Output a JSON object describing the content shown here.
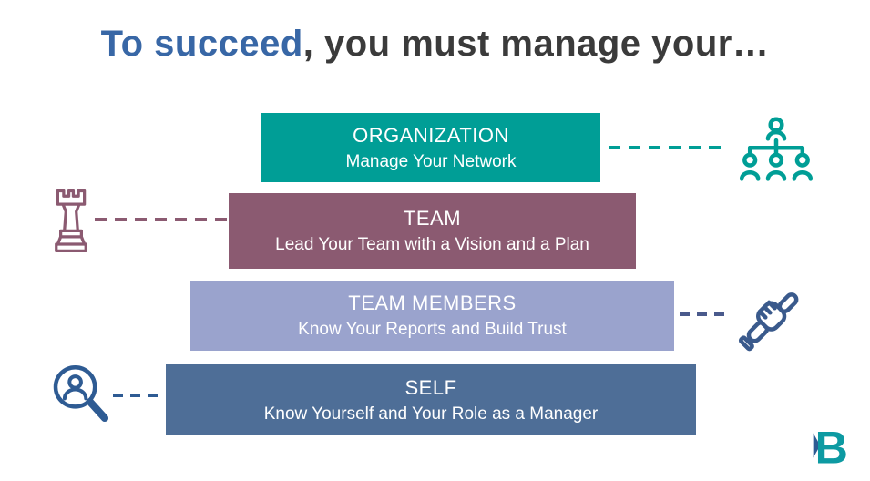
{
  "title": {
    "highlight": "To succeed",
    "rest": ", you must manage your…"
  },
  "bars": [
    {
      "label": "ORGANIZATION",
      "subtitle": "Manage Your Network",
      "color": "#009e96",
      "icon": "org-chart-icon",
      "icon_side": "right"
    },
    {
      "label": "TEAM",
      "subtitle": "Lead Your Team with a Vision and a Plan",
      "color": "#8b5a71",
      "icon": "rook-icon",
      "icon_side": "left"
    },
    {
      "label": "TEAM MEMBERS",
      "subtitle": "Know Your Reports and Build Trust",
      "color": "#9aa3cd",
      "icon": "handshake-icon",
      "icon_side": "right"
    },
    {
      "label": "SELF",
      "subtitle": "Know Yourself and Your Role as a Manager",
      "color": "#4e6e97",
      "icon": "magnifier-person-icon",
      "icon_side": "left"
    }
  ],
  "icons": {
    "organization": "org-chart-icon",
    "team": "rook-icon",
    "team_members": "handshake-icon",
    "self": "magnifier-person-icon",
    "logo": "b-logo"
  },
  "colors": {
    "title_highlight": "#3867a6",
    "title_text": "#3b3b3b",
    "teal": "#009e96",
    "plum": "#8b5a71",
    "periwinkle": "#9aa3cd",
    "steel_blue": "#4e6e97",
    "icon_navy": "#3a5a8c",
    "logo_teal": "#0d9aa2"
  },
  "logo": {
    "letter": "B"
  }
}
